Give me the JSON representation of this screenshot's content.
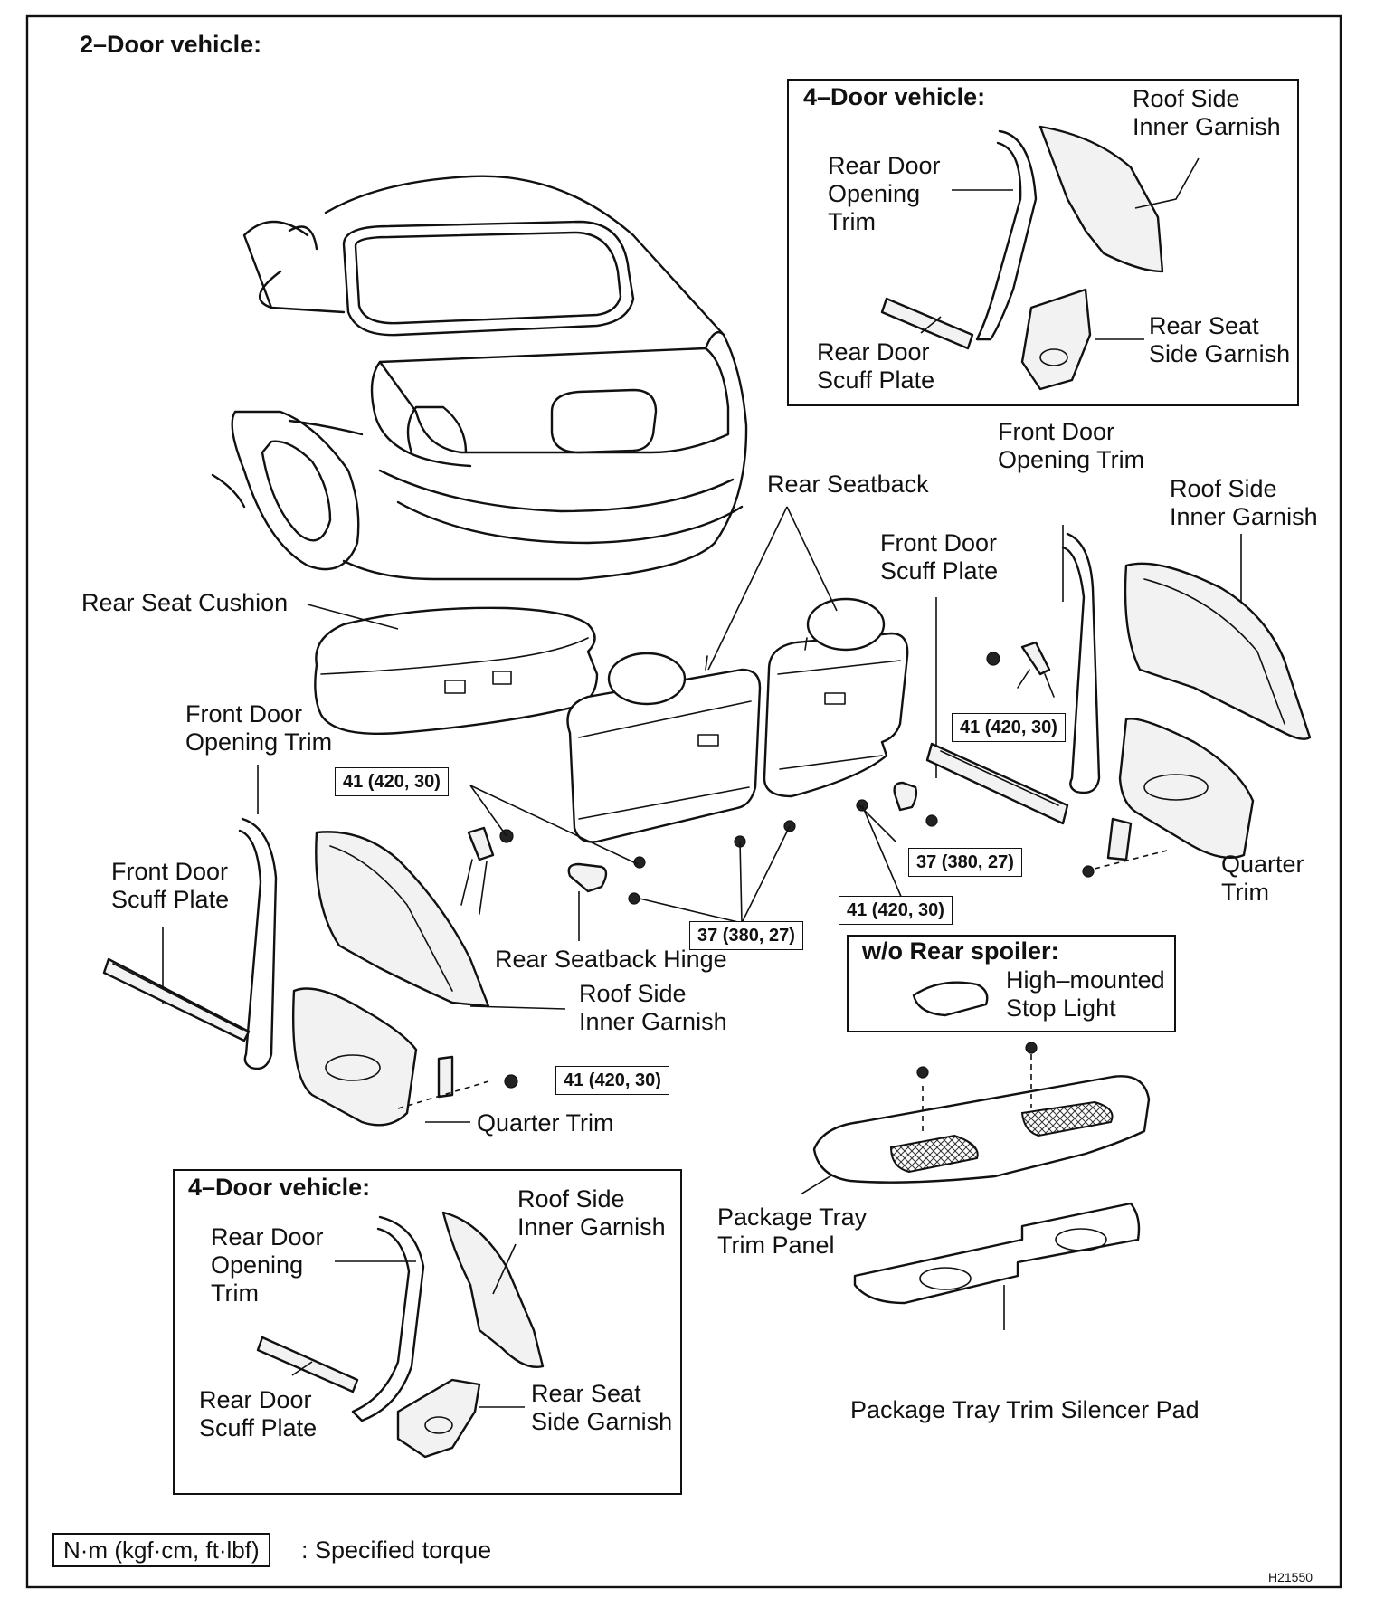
{
  "header": {
    "title": "2–Door vehicle:"
  },
  "inset_top": {
    "title": "4–Door vehicle:",
    "labels": {
      "roof_side_inner_garnish": "Roof Side\nInner Garnish",
      "rear_door_opening_trim": "Rear Door\nOpening\nTrim",
      "rear_seat_side_garnish": "Rear Seat\nSide Garnish",
      "rear_door_scuff_plate": "Rear Door\nScuff Plate"
    }
  },
  "inset_bottom": {
    "title": "4–Door vehicle:",
    "labels": {
      "roof_side_inner_garnish": "Roof Side\nInner Garnish",
      "rear_door_opening_trim": "Rear Door\nOpening\nTrim",
      "rear_seat_side_garnish": "Rear Seat\nSide Garnish",
      "rear_door_scuff_plate": "Rear Door\nScuff Plate"
    }
  },
  "spoiler_box": {
    "title": "w/o Rear spoiler:",
    "label": "High–mounted\nStop Light"
  },
  "labels": {
    "rear_seat_cushion": "Rear Seat Cushion",
    "rear_seatback": "Rear Seatback",
    "front_door_opening_trim_right": "Front Door\nOpening Trim",
    "roof_side_inner_garnish_right": "Roof Side\nInner Garnish",
    "front_door_scuff_plate_right": "Front Door\nScuff Plate",
    "front_door_opening_trim_left": "Front Door\nOpening Trim",
    "front_door_scuff_plate_left": "Front Door\nScuff Plate",
    "quarter_trim_right": "Quarter\nTrim",
    "rear_seatback_hinge": "Rear Seatback Hinge",
    "roof_side_inner_garnish_left": "Roof Side\nInner Garnish",
    "quarter_trim_left": "Quarter Trim",
    "package_tray_trim_panel": "Package Tray\nTrim Panel",
    "package_tray_trim_silencer_pad": "Package Tray Trim Silencer Pad"
  },
  "torque_specs": {
    "t1": "41 (420, 30)",
    "t2": "41 (420, 30)",
    "t3": "37 (380, 27)",
    "t4": "41 (420, 30)",
    "t5": "37 (380, 27)",
    "t6": "41 (420, 30)"
  },
  "legend": {
    "unit_box": "N·m (kgf·cm, ft·lbf)",
    "text": ": Specified torque"
  },
  "figure_code": "H21550"
}
